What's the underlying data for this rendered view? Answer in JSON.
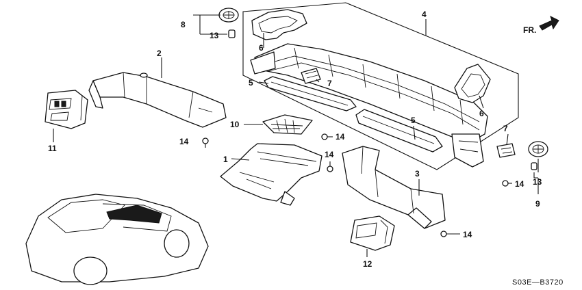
{
  "callouts": {
    "c1": "1",
    "c2": "2",
    "c3": "3",
    "c4": "4",
    "c5a": "5",
    "c5b": "5",
    "c6a": "6",
    "c6b": "6",
    "c7a": "7",
    "c7b": "7",
    "c8": "8",
    "c9": "9",
    "c10": "10",
    "c11": "11",
    "c12": "12",
    "c13a": "13",
    "c13b": "13",
    "c14a": "14",
    "c14b": "14",
    "c14c": "14",
    "c14d": "14",
    "c14e": "14"
  },
  "direction_label": "FR.",
  "diagram_code": "S03E—B3720"
}
